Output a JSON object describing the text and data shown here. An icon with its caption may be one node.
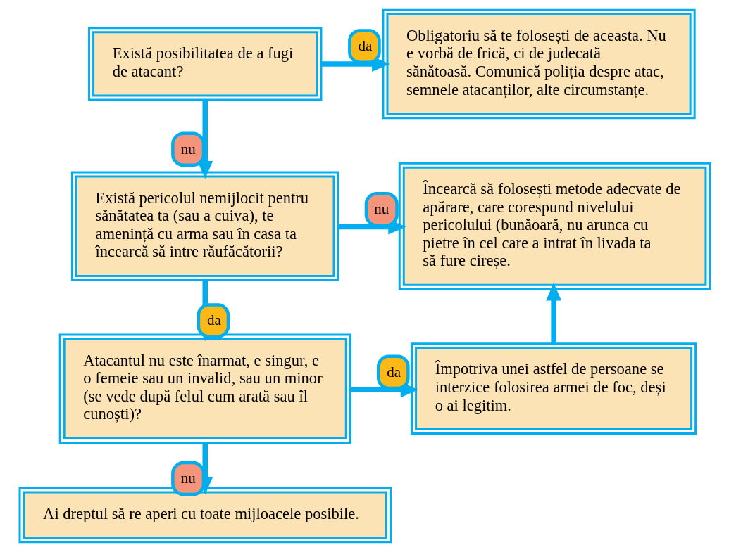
{
  "diagram": {
    "nodes": [
      {
        "text": [
          "Există posibilitatea de a fugi de atacant?"
        ]
      },
      {
        "text": [
          "Obligatoriu să te folosești de aceasta. Nu e vorbă de frică, ci de judecată sănătoasă. Comunică poliția despre atac, semnele atacanților, alte circumstanțe."
        ]
      },
      {
        "text": [
          "Există pericolul nemijlocit pentru sănătatea ta (sau a cuiva), te amenință cu arma sau în casa ta încearcă să intre răufăcătorii?"
        ]
      },
      {
        "text": [
          "Încearcă să folosești metode adecvate de apărare, care corespund nivelului pericolului (bunăoară, nu arunca cu pietre în cel care a intrat în livada ta să fure cireșe."
        ]
      },
      {
        "text": [
          "Atacantul nu este înarmat, e singur, e o femeie sau un invalid, sau un minor (se vede după felul cum arată sau îl cunoști)?"
        ]
      },
      {
        "text": [
          "Împotriva unei astfel de persoane se interzice folosirea armei de foc, deși o ai legitim."
        ]
      },
      {
        "text": [
          "Ai dreptul să re aperi cu toate mijloacele posibile."
        ]
      }
    ],
    "edges": [
      {
        "from": 0,
        "to": 1,
        "arrow": "to",
        "label": "da"
      },
      {
        "from": 0,
        "to": 2,
        "arrow": "to",
        "label": "nu"
      },
      {
        "from": 2,
        "to": 3,
        "arrow": "to",
        "label": "nu"
      },
      {
        "from": 2,
        "to": 4,
        "arrow": "to",
        "label": "da"
      },
      {
        "from": 4,
        "to": 5,
        "arrow": "to",
        "label": "da"
      },
      {
        "from": 5,
        "to": 3,
        "arrow": "to"
      },
      {
        "from": 4,
        "to": 6,
        "arrow": "to",
        "label": "nu"
      }
    ]
  }
}
